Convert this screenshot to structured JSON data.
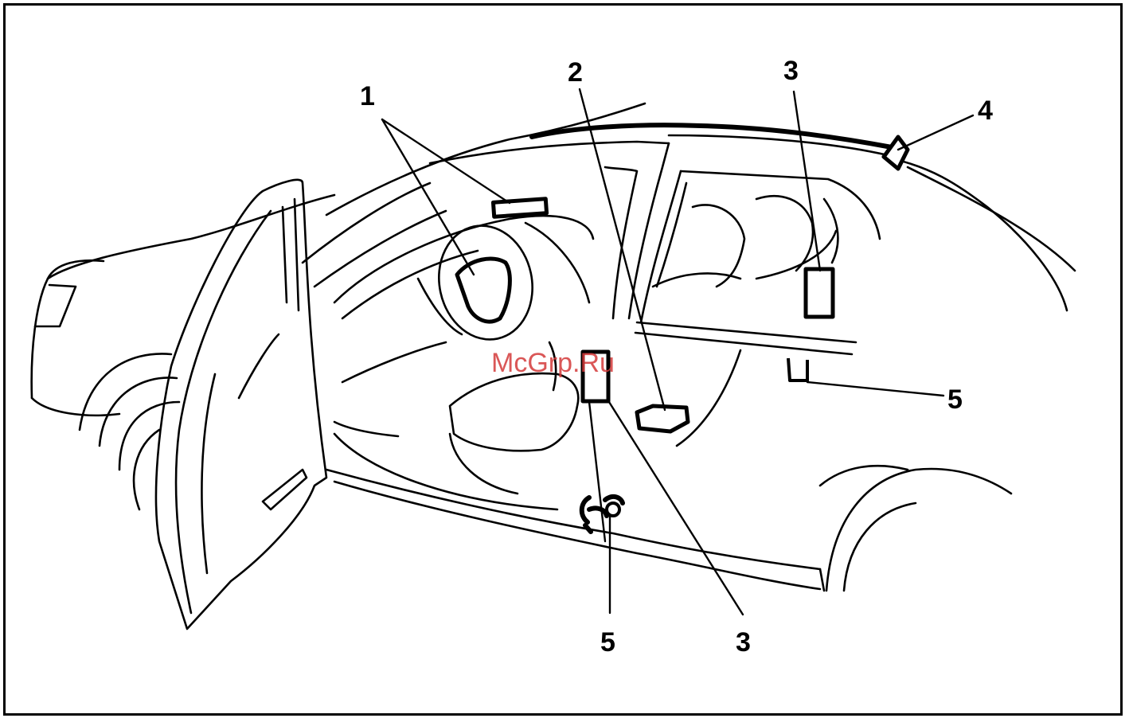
{
  "callouts": {
    "c1": "1",
    "c2": "2",
    "c3_top": "3",
    "c4": "4",
    "c5_right": "5",
    "c5_bottom": "5",
    "c3_bottom": "3"
  },
  "watermark": "McGrp.Ru",
  "colors": {
    "line": "#000000",
    "background": "#ffffff",
    "watermark": "#d43a3a"
  }
}
